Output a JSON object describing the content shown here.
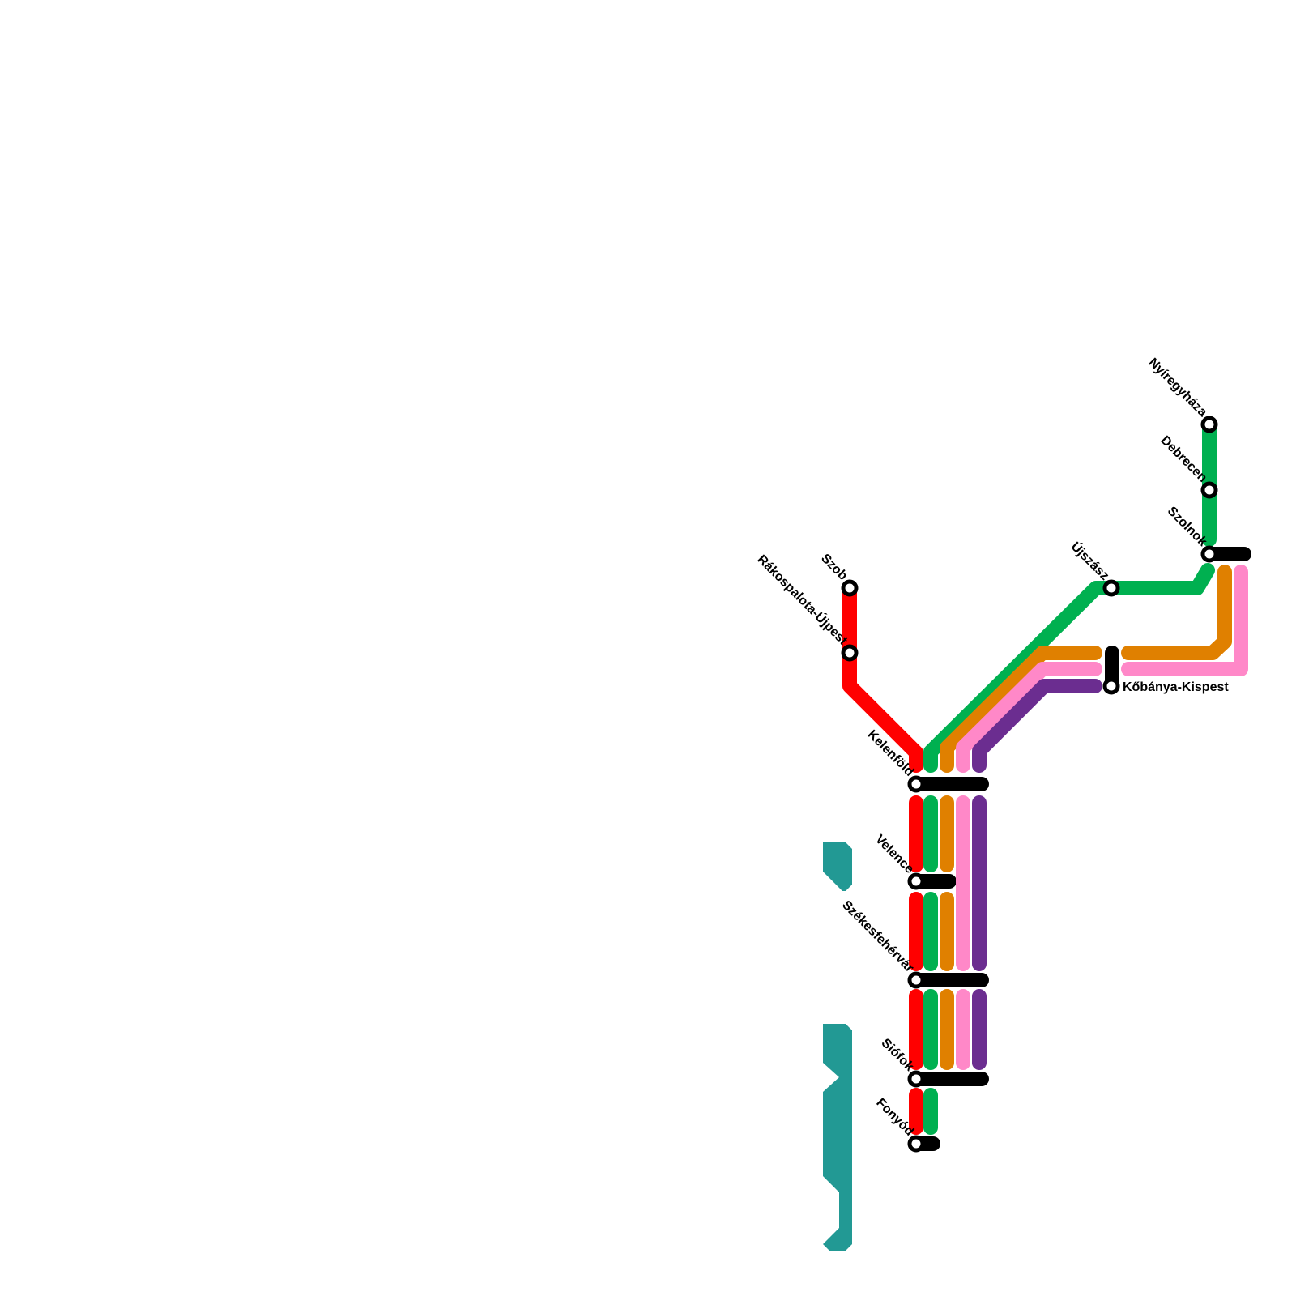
{
  "colors": {
    "red": "#ff0000",
    "green": "#00b050",
    "orange": "#e08000",
    "pink": "#ff88c8",
    "purple": "#6b2d90",
    "interchange": "#000000",
    "water": "#229994"
  },
  "stations": {
    "nyiregyhaza": "Nyíregyháza",
    "debrecen": "Debrecen",
    "szolnok": "Szolnok",
    "ujszasz": "Újszász",
    "kobanya_kispest": "Kőbánya-Kispest",
    "szob": "Szob",
    "rakospalota_ujpest": "Rákospalota-Újpest",
    "kelenfold": "Kelenföld",
    "velence": "Velence",
    "szekesfehervar": "Székesfehérvár",
    "siofok": "Siófok",
    "fonyod": "Fonyód"
  }
}
